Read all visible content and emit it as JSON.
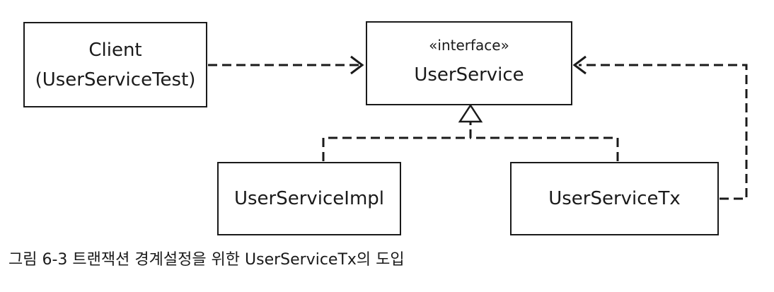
{
  "diagram": {
    "client": {
      "line1": "Client",
      "line2": "(UserServiceTest)"
    },
    "user_service": {
      "stereotype": "«interface»",
      "name": "UserService"
    },
    "impl": {
      "name": "UserServiceImpl"
    },
    "tx": {
      "name": "UserServiceTx"
    },
    "caption": "그림 6-3 트랜잭션 경계설정을 위한 UserServiceTx의 도입",
    "line_color": "#1a1a1a"
  }
}
